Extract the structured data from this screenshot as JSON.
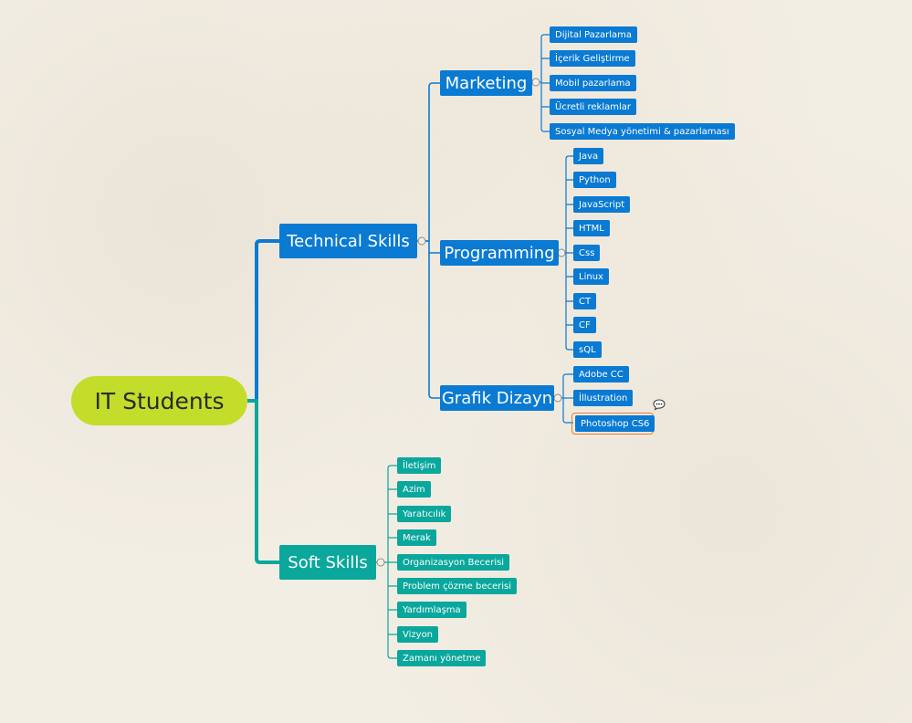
{
  "colors": {
    "root": "#c3dd2a",
    "technical": "#0a7ad3",
    "soft": "#0aa79c",
    "selection": "#ee7a32",
    "background": "#f3eee4"
  },
  "root": {
    "label": "IT Students"
  },
  "technical": {
    "label": "Technical Skills",
    "marketing": {
      "label": "Marketing",
      "items": [
        "Dijital Pazarlama",
        "İçerik Geliştirme",
        "Mobil pazarlama",
        "Ücretli reklamlar",
        "Sosyal Medya yönetimi & pazarlaması"
      ]
    },
    "programming": {
      "label": "Programming",
      "items": [
        "Java",
        "Python",
        "JavaScript",
        "HTML",
        "Css",
        "Linux",
        "CT",
        "CF",
        "sQL"
      ]
    },
    "grafik": {
      "label": "Grafik Dizayn",
      "items": [
        "Adobe CC",
        "İllustration",
        "Photoshop CS6"
      ]
    }
  },
  "soft": {
    "label": "Soft Skills",
    "items": [
      "İletişim",
      "Azim",
      "Yaratıcılık",
      "Merak",
      "Organizasyon Becerisi",
      "Problem çözme becerisi",
      "Yardımlaşma",
      "Vizyon",
      "Zamanı yönetme"
    ]
  },
  "selected_item": "Photoshop CS6",
  "icons": {
    "comment": "comment-icon",
    "collapse": "collapse-toggle-icon"
  }
}
